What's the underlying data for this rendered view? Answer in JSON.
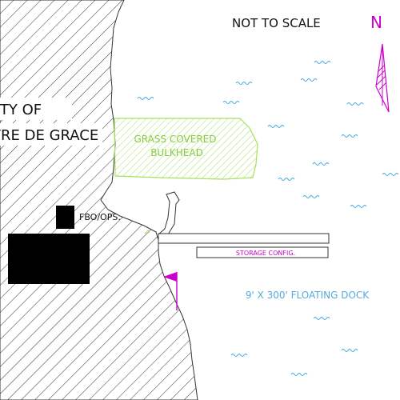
{
  "map": {
    "scale_note": "NOT TO SCALE",
    "north_label": "N",
    "city_label_line1": "CITY OF",
    "city_label_line2": "HAVRE DE GRACE",
    "grass_label_line1": "GRASS COVERED",
    "grass_label_line2": "BULKHEAD",
    "fbo_label": "FBO/OPS.",
    "storage_label": "STORAGE CONFIG.",
    "dock_label": "9' X 300' FLOATING DOCK"
  },
  "colors": {
    "land_hatch": "#333333",
    "grass": "#a8e05f",
    "grass_text": "#88cc44",
    "water_wave": "#44aadd",
    "dock_text": "#55aadd",
    "north_arrow": "#cc00cc",
    "storage_text": "#cc00cc",
    "building": "#000000"
  }
}
